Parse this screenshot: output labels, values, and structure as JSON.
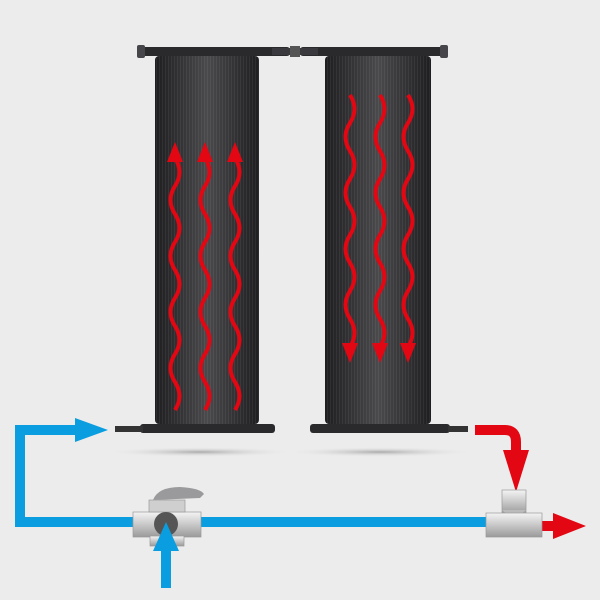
{
  "colors": {
    "background": "#ececec",
    "cold_water": "#0a9ee0",
    "hot_water": "#e30613",
    "panel": "#2e2e30",
    "fitting": "#d4d4d4"
  },
  "panels": [
    {
      "id": "panel-1",
      "flow": "up",
      "arrows": 3
    },
    {
      "id": "panel-2",
      "flow": "down",
      "arrows": 3
    }
  ]
}
